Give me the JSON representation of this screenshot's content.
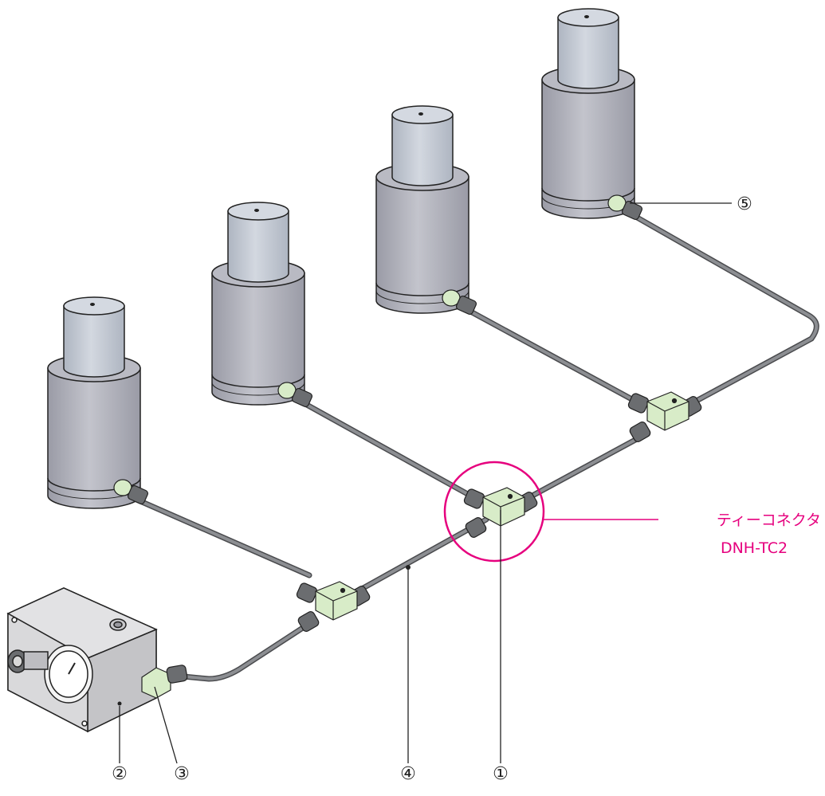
{
  "callouts": [
    {
      "id": "c1",
      "label": "①"
    },
    {
      "id": "c2",
      "label": "②"
    },
    {
      "id": "c3",
      "label": "③"
    },
    {
      "id": "c4",
      "label": "④"
    },
    {
      "id": "c5",
      "label": "⑤"
    }
  ],
  "annotation": {
    "name": "ティーコネクタ",
    "model": "DNH-TC2"
  },
  "colors": {
    "cylinder_body": "#b9bac3",
    "cylinder_shade": "#9fa0aa",
    "piston": "#c6ccd6",
    "hose": "#7d7f83",
    "fitting_green": "#d8ecc8",
    "fitting_dark": "#6b6d70",
    "pump_body": "#d9d9db",
    "highlight": "#e6007e",
    "line": "#222222"
  }
}
